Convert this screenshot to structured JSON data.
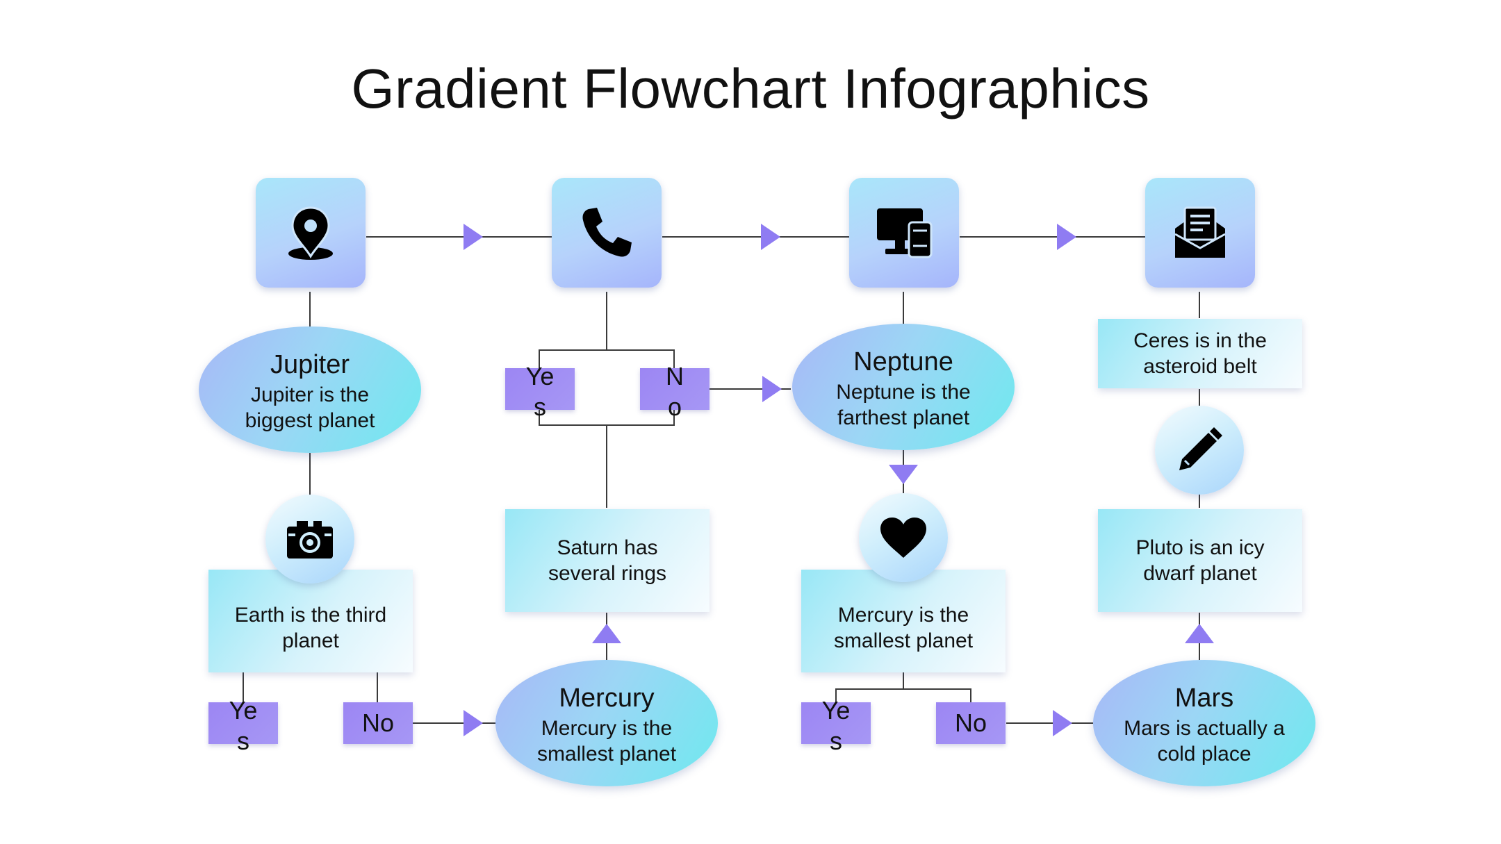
{
  "title": "Gradient Flowchart Infographics",
  "colors": {
    "arrow": "#8f7cf2",
    "line": "#3a3a3a",
    "button": "#9c86f3"
  },
  "icons": {
    "col1_top": "map-pin-icon",
    "col2_top": "phone-icon",
    "col3_top": "desktop-devices-icon",
    "col4_top": "open-envelope-icon",
    "col1_mid": "camera-icon",
    "col3_mid": "heart-icon",
    "col4_mid": "pencil-icon"
  },
  "nodes": {
    "jupiter": {
      "heading": "Jupiter",
      "text": "Jupiter is the biggest planet"
    },
    "earth": {
      "text": "Earth is the third planet"
    },
    "yes1": {
      "label": "Yes"
    },
    "no1": {
      "label": "No"
    },
    "yes2": {
      "label": "Yes"
    },
    "no2": {
      "label": "No"
    },
    "saturn": {
      "text": "Saturn has several rings"
    },
    "mercury_ellipse": {
      "heading": "Mercury",
      "text": "Mercury is the smallest planet"
    },
    "neptune": {
      "heading": "Neptune",
      "text": "Neptune is the farthest planet"
    },
    "mercury_rect": {
      "text": "Mercury is the smallest planet"
    },
    "yes3": {
      "label": "Yes"
    },
    "no3": {
      "label": "No"
    },
    "ceres": {
      "text": "Ceres is in the asteroid belt"
    },
    "pluto": {
      "text": "Pluto is an icy dwarf planet"
    },
    "mars": {
      "heading": "Mars",
      "text": "Mars is actually a cold place"
    }
  }
}
